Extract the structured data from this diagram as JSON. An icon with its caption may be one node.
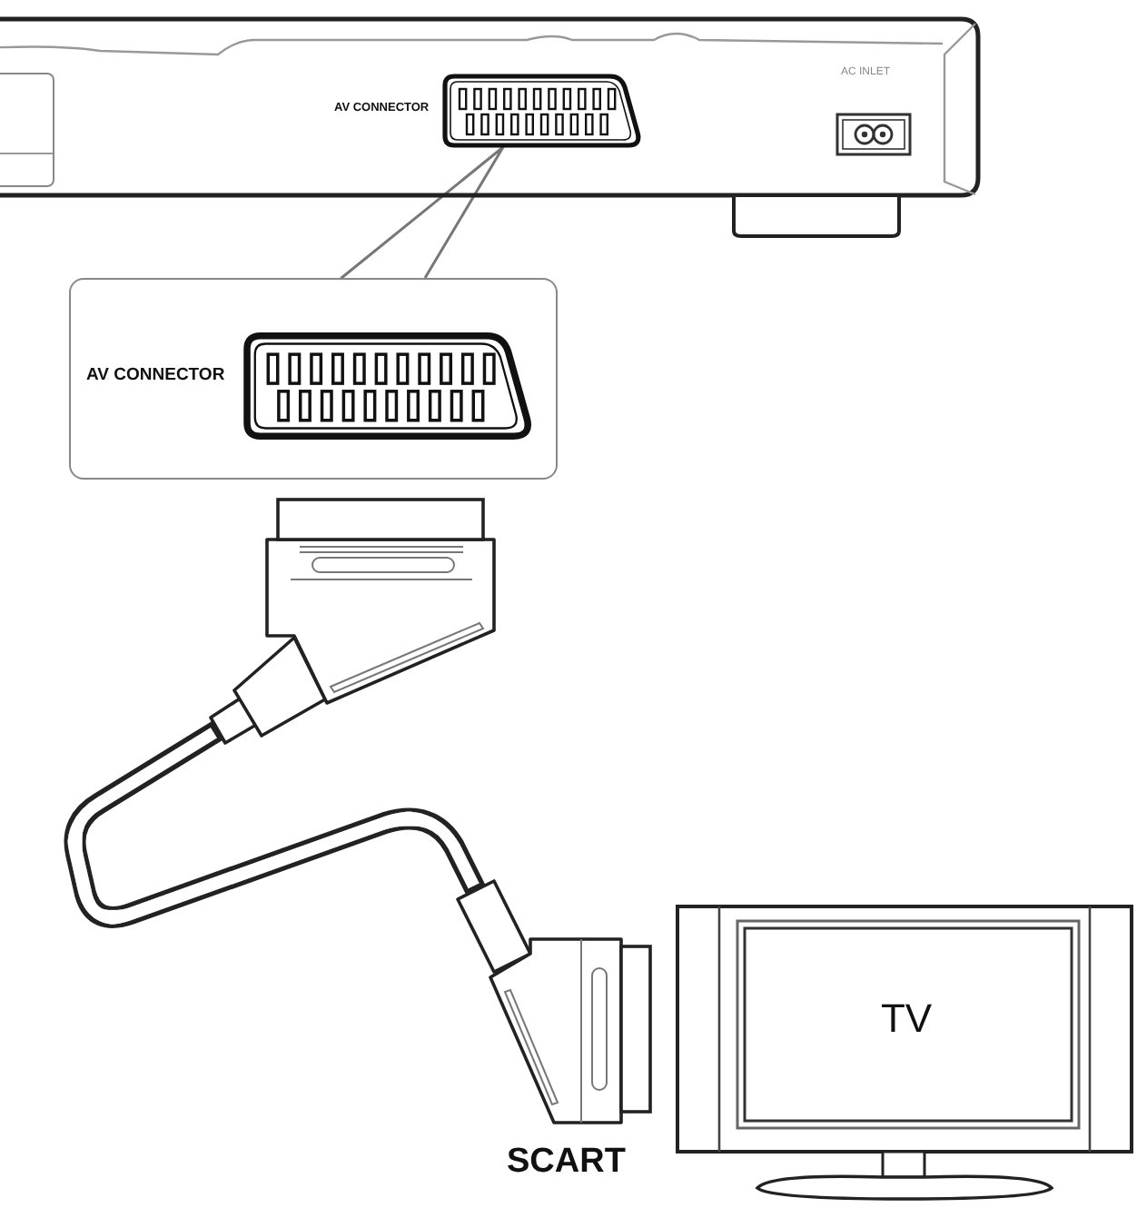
{
  "diagram": {
    "nodes": [
      {
        "text": [],
        "shape": "picture"
      },
      {
        "text": [],
        "shape": "picture",
        "in": 0,
        "beside": [
          "AV CONNECTOR"
        ]
      },
      {
        "text": [],
        "shape": "picture",
        "in": 0,
        "beside": [
          "AC INLET"
        ]
      },
      {
        "text": [
          "AV CONNECTOR"
        ]
      },
      {
        "text": [],
        "shape": "picture",
        "in": 3
      },
      {
        "text": [],
        "shape": "picture"
      },
      {
        "text": [],
        "shape": "picture",
        "beside": [
          "SCART"
        ]
      },
      {
        "text": [
          "TV"
        ]
      }
    ],
    "edges": [
      {
        "from": 3,
        "to": 1,
        "arrow": "none"
      },
      {
        "from": 5,
        "to": 6,
        "arrow": "none",
        "style": "thick"
      }
    ]
  }
}
